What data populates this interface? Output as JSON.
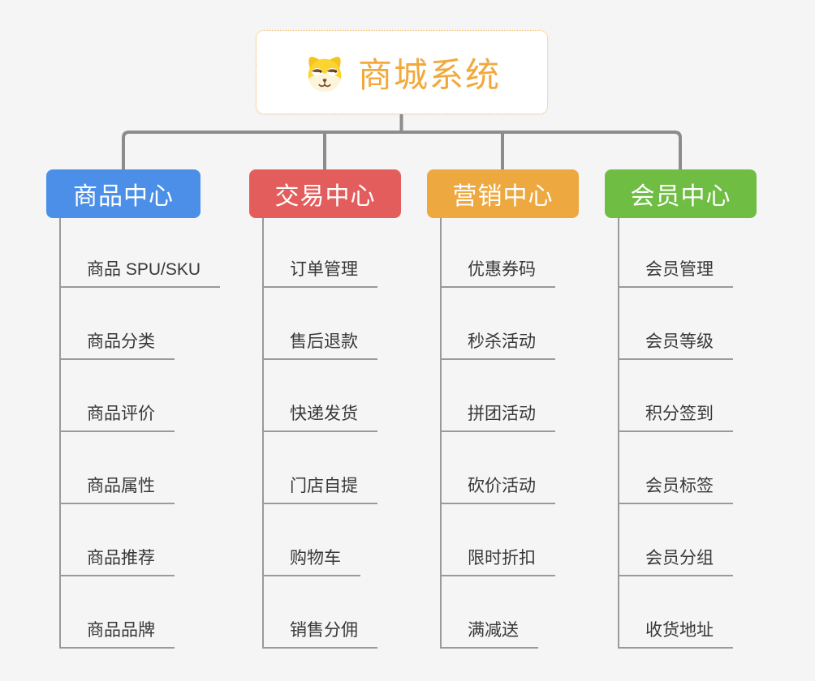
{
  "root": {
    "title": "商城系统",
    "icon": "dog-face-icon",
    "text_color": "#F1A93C",
    "border_color": "#EFB45B",
    "background": "#FFFFFF"
  },
  "branches": [
    {
      "label": "商品中心",
      "color": "#4B8FE8",
      "items": [
        "商品 SPU/SKU",
        "商品分类",
        "商品评价",
        "商品属性",
        "商品推荐",
        "商品品牌"
      ]
    },
    {
      "label": "交易中心",
      "color": "#E25D5C",
      "items": [
        "订单管理",
        "售后退款",
        "快递发货",
        "门店自提",
        "购物车",
        "销售分佣"
      ]
    },
    {
      "label": "营销中心",
      "color": "#EDA93F",
      "items": [
        "优惠券码",
        "秒杀活动",
        "拼团活动",
        "砍价活动",
        "限时折扣",
        "满减送"
      ]
    },
    {
      "label": "会员中心",
      "color": "#6FBE43",
      "items": [
        "会员管理",
        "会员等级",
        "积分签到",
        "会员标签",
        "会员分组",
        "收货地址"
      ]
    }
  ],
  "colors": {
    "canvas_background": "#F5F5F6",
    "connector": "#8C8C8C",
    "child_line": "#9A9A9A",
    "child_text": "#383838"
  }
}
